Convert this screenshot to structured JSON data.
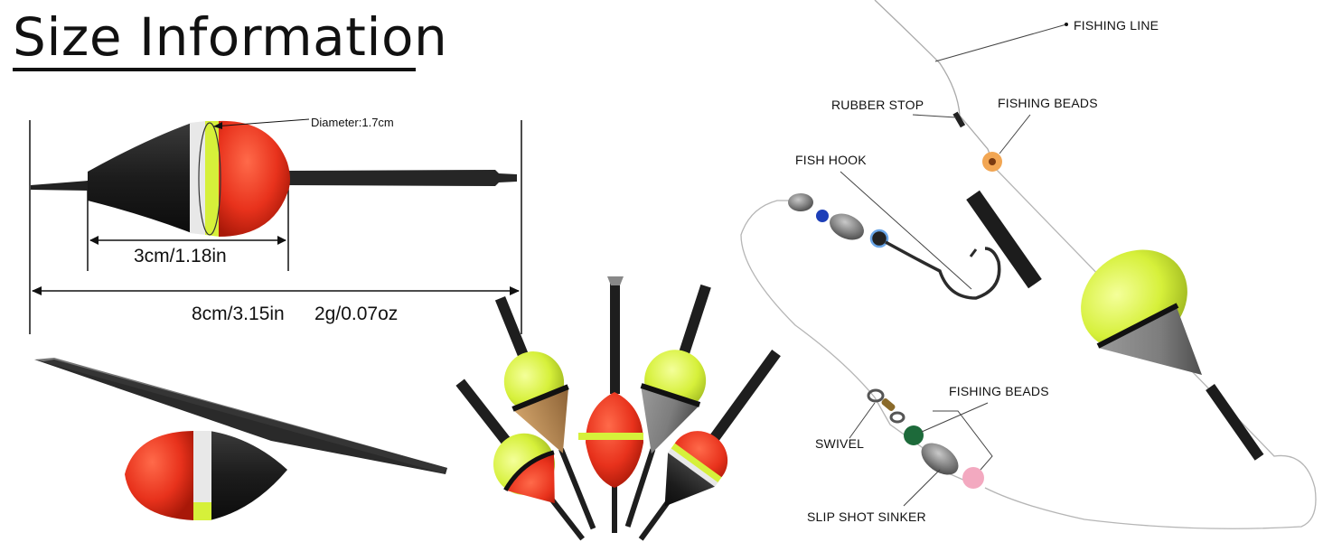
{
  "heading": {
    "title": "Size Information"
  },
  "dimensions": {
    "diameter": "Diameter:1.7cm",
    "body_length": "3cm/1.18in",
    "total_length": "8cm/3.15in",
    "weight": "2g/0.07oz"
  },
  "rig_labels": {
    "fishing_line": "FISHING LINE",
    "rubber_stop": "RUBBER STOP",
    "fishing_beads_top": "FISHING BEADS",
    "fish_hook": "FISH HOOK",
    "fishing_beads_bottom": "FISHING BEADS",
    "swivel": "SWIVEL",
    "slip_shot_sinker": "SLIP SHOT SINKER"
  },
  "colors": {
    "float_red": "#e8321c",
    "float_black": "#1c1c1c",
    "float_yellow": "#d6f03a",
    "float_white": "#e8e8e8",
    "float_gray": "#7d7d7d",
    "float_tan": "#b88a55"
  }
}
